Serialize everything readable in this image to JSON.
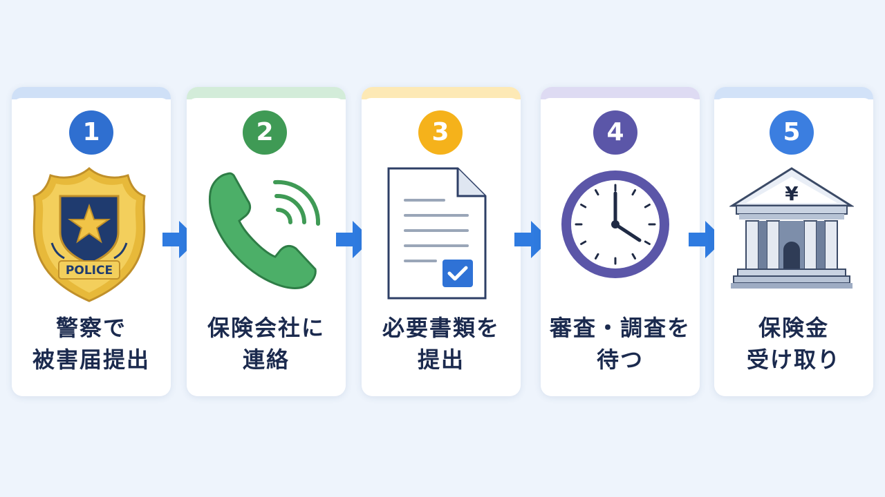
{
  "steps": [
    {
      "number": "1",
      "line1": "警察で",
      "line2": "被害届提出",
      "color": "#2f6fd0",
      "bar": "#cfe0f7",
      "icon": "police-badge-icon",
      "badge_text": "POLICE"
    },
    {
      "number": "2",
      "line1": "保険会社に",
      "line2": "連絡",
      "color": "#3f9a55",
      "bar": "#d3ecd9",
      "icon": "phone-icon"
    },
    {
      "number": "3",
      "line1": "必要書類を",
      "line2": "提出",
      "color": "#f5b21b",
      "bar": "#fde9b5",
      "icon": "document-check-icon"
    },
    {
      "number": "4",
      "line1": "審査・調査を",
      "line2": "待つ",
      "color": "#5b56a8",
      "bar": "#dedbf3",
      "icon": "clock-icon"
    },
    {
      "number": "5",
      "line1": "保険金",
      "line2": "受け取り",
      "color": "#3b7ee0",
      "bar": "#d2e2f8",
      "icon": "bank-yen-icon",
      "sign": "¥"
    }
  ],
  "arrow_color": "#2f7be0",
  "arrow_icon": "arrow-right-icon"
}
